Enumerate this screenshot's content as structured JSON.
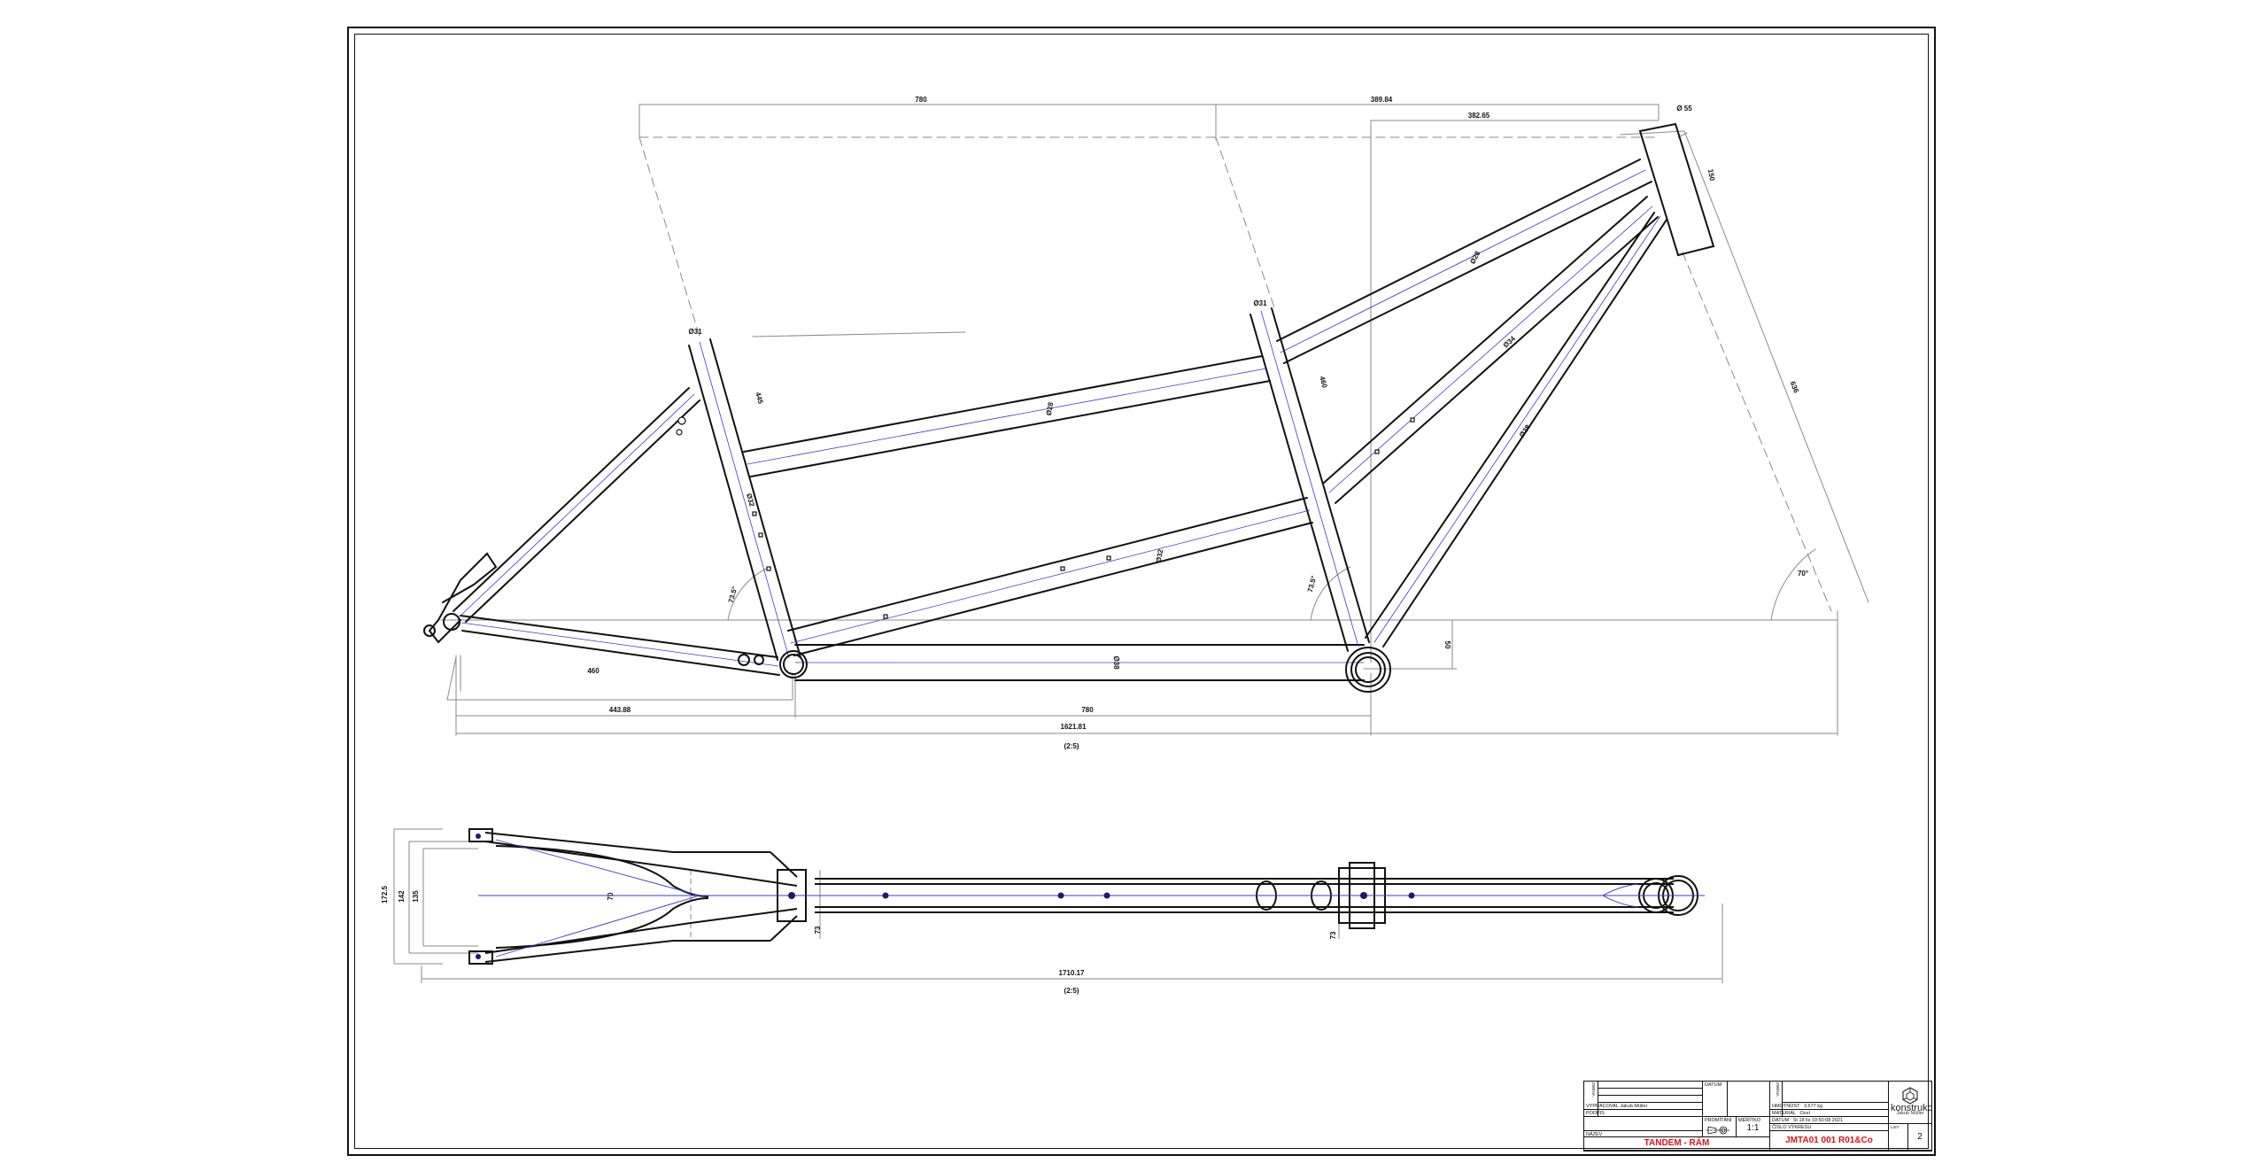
{
  "drawing": {
    "side_view": {
      "dimensions": {
        "top_780": "780",
        "top_390": "389.84",
        "top_382": "382.65",
        "head_dia": "Ø 55",
        "head_len": "150",
        "rear_tube_dia": "Ø31",
        "rear_tube_len": "445",
        "mid_tube_dia": "Ø31",
        "mid_tube_len": "460",
        "top_tube_rear_dia": "Ø28",
        "top_tube_front_dia": "Ø28",
        "down_tube_a": "Ø34",
        "down_tube_b": "Ø38",
        "mid_tube_lower_dia": "Ø32",
        "seat_cluster_dia": "Ø32",
        "lower_tube_dia": "Ø38",
        "bb_drop": "50",
        "angle_rear": "73.5°",
        "angle_mid": "73.5°",
        "angle_head": "70°",
        "chainstay": "460",
        "head_diag": "636",
        "bb_to_bb": "780",
        "wheelbase_rear": "443.88",
        "overall": "1621.81",
        "scale": "(2:5)"
      }
    },
    "top_view": {
      "dimensions": {
        "rear_spacing": "172.5",
        "rear_142": "142",
        "rear_135": "135",
        "stay_width": "70",
        "bb_width_a": "73",
        "bb_width_b": "73",
        "overall": "1710.17",
        "scale": "(2:5)"
      }
    }
  },
  "title_block": {
    "rows_left": [
      "ZMĚNA",
      "",
      "",
      ""
    ],
    "vypracoval_label": "VYPRACOVAL",
    "vypracoval_value": "Jakub Müller",
    "podpis_label": "PODPIS",
    "datum_label": "DATUM",
    "nazev_label": "NÁZEV",
    "title": "TANDEM - RÁM",
    "promitani_label": "PROMÍTÁNÍ",
    "meritko_label": "MĚŘÍTKO",
    "meritko_value": "1:1",
    "hmotnost_label": "HMOTNOST",
    "hmotnost_value": "3.677 kg",
    "material_label": "MATERIÁL",
    "material_value": "Ocel",
    "datum_value": "St 18 lis 10:50:08 2021",
    "cislo_label": "ČÍSLO VÝKRESU",
    "drawing_number": "JMTA01 001 R01&Co",
    "list_label": "LIST",
    "sheet": "2",
    "logo_name": "konstrukce",
    "logo_author": "Jakub Müller"
  },
  "colors": {
    "line": "#111111",
    "construction": "#8a8a8a",
    "centerline": "#3b3bc8",
    "accent_red": "#d8141a"
  }
}
